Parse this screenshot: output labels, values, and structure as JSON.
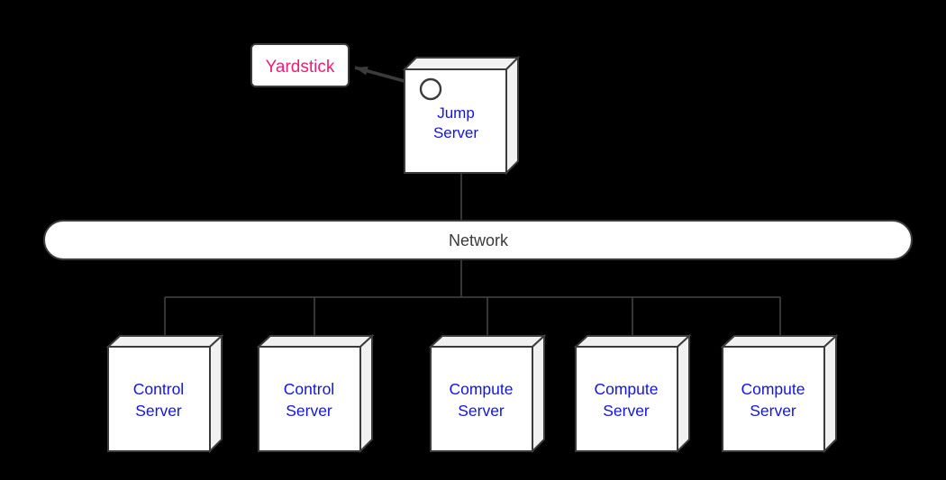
{
  "diagram": {
    "colors": {
      "background": "#000000",
      "stroke": "#3b3b3b",
      "node-fill": "#ffffff",
      "shade-fill": "#f1f1f1",
      "server-text": "#1414e0",
      "yardstick-text": "#ed1e79",
      "network-text": "#3a3a3a"
    },
    "nodes": {
      "yardstick": {
        "label": "Yardstick"
      },
      "jump_server": {
        "line1": "Jump",
        "line2": "Server"
      },
      "network": {
        "label": "Network"
      },
      "servers": [
        {
          "line1": "Control",
          "line2": "Server"
        },
        {
          "line1": "Control",
          "line2": "Server"
        },
        {
          "line1": "Compute",
          "line2": "Server"
        },
        {
          "line1": "Compute",
          "line2": "Server"
        },
        {
          "line1": "Compute",
          "line2": "Server"
        }
      ]
    }
  }
}
